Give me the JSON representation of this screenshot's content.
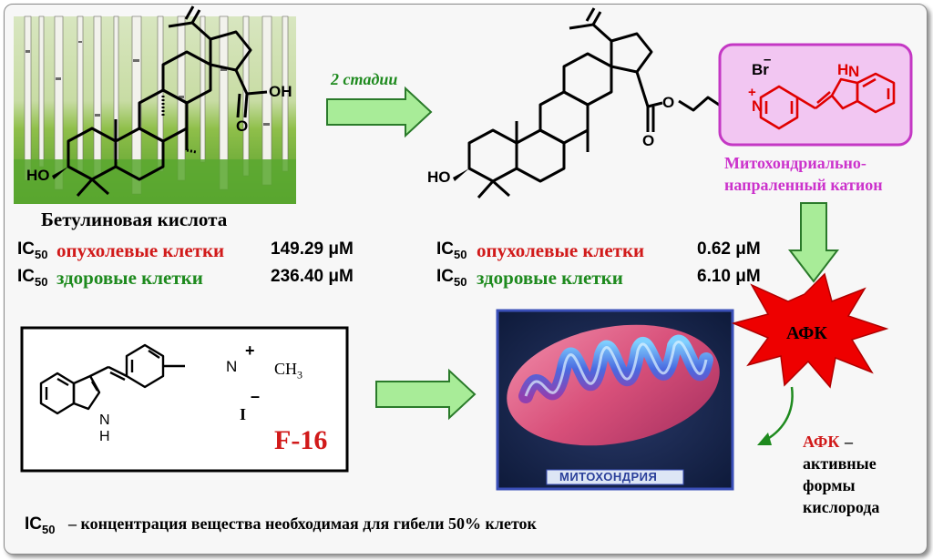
{
  "steps_label": "2 стадии",
  "betulinic_acid": {
    "name": "Бетулиновая кислота",
    "tumor_label": "опухолевые клетки",
    "tumor_value": "149.29 μM",
    "healthy_label": "здоровые клетки",
    "healthy_value": "236.40 μM"
  },
  "conjugate": {
    "tumor_label": "опухолевые клетки",
    "tumor_value": "0.62 μM",
    "healthy_label": "здоровые клетки",
    "healthy_value": "6.10 μM"
  },
  "ic50": {
    "main": "IC",
    "sub": "50"
  },
  "cation_caption": {
    "line1": "Митохондриально-",
    "line2": "напраленный катион"
  },
  "ros": {
    "burst": "АФК",
    "legend_abbr": "АФК",
    "legend_dash": "–",
    "legend_line1": "активные",
    "legend_line2": "формы",
    "legend_line3": "кислорода"
  },
  "mito_label": "МИТОХОНДРИЯ",
  "f16": {
    "name": "F-16",
    "methyl": "CH",
    "methyl_sub": "3",
    "counterion": "I",
    "plus": "+",
    "minus": "–",
    "nh": "N",
    "nh_h": "H"
  },
  "structure_labels": {
    "ho": "HO",
    "oh": "OH",
    "o": "O",
    "br": "Br",
    "n": "N",
    "plus": "+",
    "minus": "–",
    "h": "H"
  },
  "footnote": {
    "dash": "– концентрация вещества необходимая для гибели 50% клеток"
  },
  "colors": {
    "red": "#d11a1a",
    "green": "#1e8a1e",
    "magenta": "#cc33cc",
    "arrow_fill": "#a8ec98",
    "arrow_stroke": "#2a7a2a",
    "burst": "#ee0000"
  },
  "icons": [
    "birch-forest-photo",
    "mitochondrion-image",
    "ros-burst-icon",
    "process-arrow-icon"
  ]
}
